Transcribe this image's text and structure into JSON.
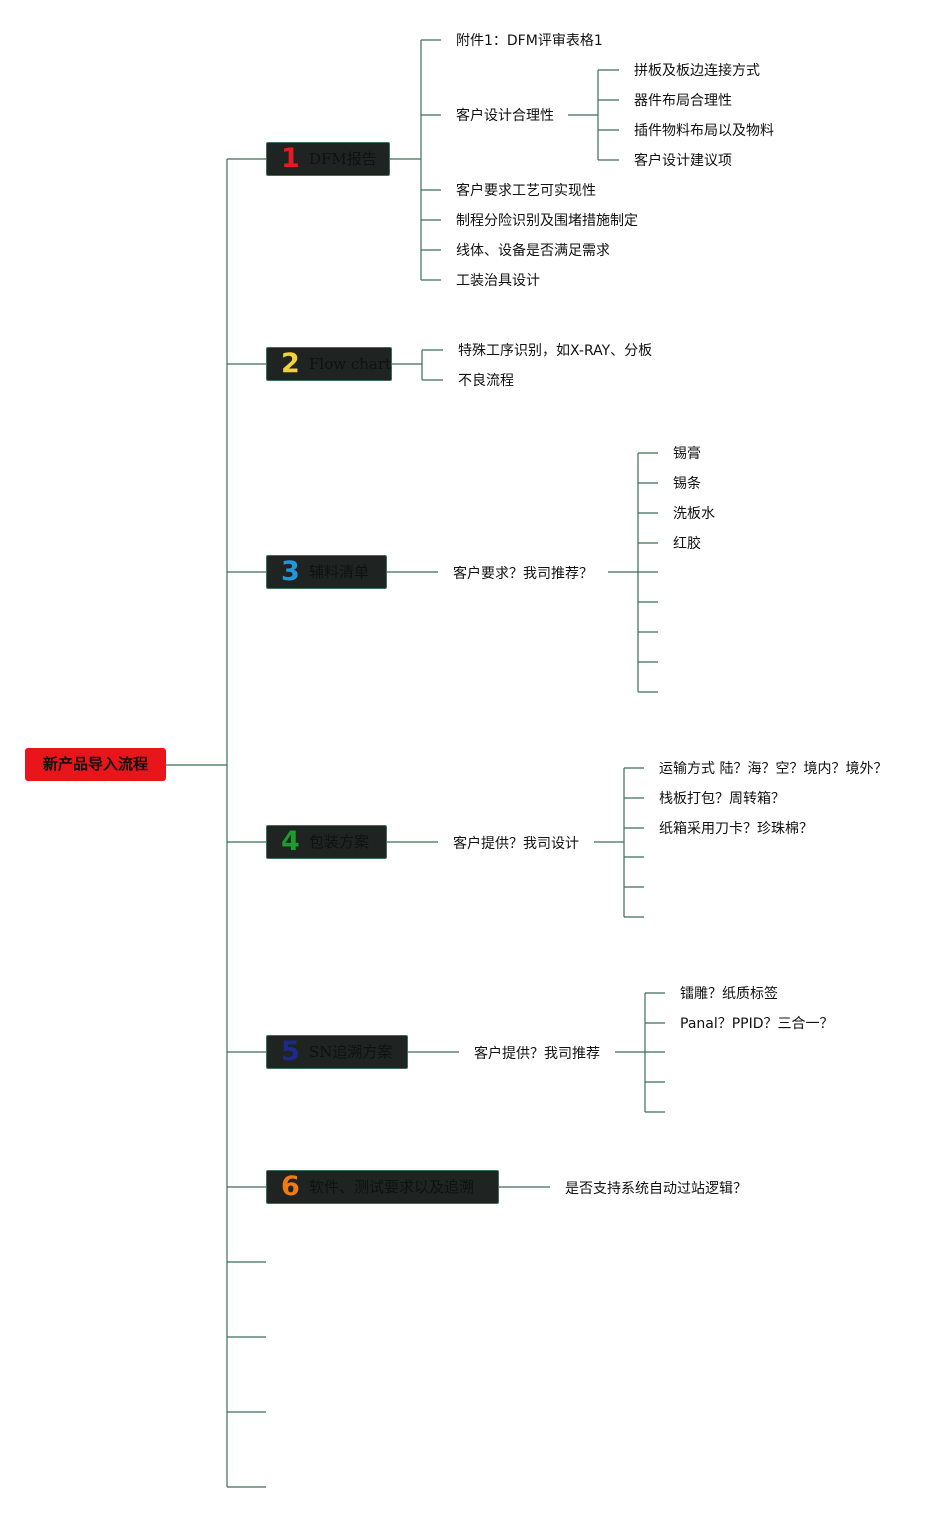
{
  "root": {
    "label": "新产品导入流程",
    "color": "#e8151b"
  },
  "line_color": "#3c6e58",
  "branches": [
    {
      "number": "1",
      "label": "DFM报告",
      "number_color": "#e41b23",
      "children": [
        {
          "label": "附件1：DFM评审表格1"
        },
        {
          "label": "客户设计合理性",
          "children": [
            "拼板及板边连接方式",
            "器件布局合理性",
            "插件物料布局以及物料",
            "客户设计建议项"
          ]
        },
        {
          "label": "客户要求工艺可实现性"
        },
        {
          "label": "制程分险识别及围堵措施制定"
        },
        {
          "label": "线体、设备是否满足需求"
        },
        {
          "label": "工装治具设计"
        }
      ]
    },
    {
      "number": "2",
      "label": "Flow chart",
      "number_color": "#f2d13a",
      "children": [
        {
          "label": "特殊工序识别，如X-RAY、分板"
        },
        {
          "label": "不良流程"
        }
      ]
    },
    {
      "number": "3",
      "label": "辅料清单",
      "number_color": "#2497d8",
      "children": [
        {
          "label": "客户要求？我司推荐？",
          "children": [
            "锡膏",
            "锡条",
            "洗板水",
            "红胶",
            "",
            "",
            "",
            "",
            ""
          ]
        }
      ]
    },
    {
      "number": "4",
      "label": "包装方案",
      "number_color": "#1e9a31",
      "children": [
        {
          "label": "客户提供？我司设计",
          "children": [
            "运输方式 陆？海？空？境内？境外？",
            "栈板打包？周转箱？",
            "纸箱采用刀卡？珍珠棉？",
            "",
            "",
            ""
          ]
        }
      ]
    },
    {
      "number": "5",
      "label": "SN追溯方案",
      "number_color": "#1c2a8c",
      "children": [
        {
          "label": "客户提供？我司推荐",
          "children": [
            "镭雕？纸质标签",
            "Panal？PPID？三合一？",
            "",
            "",
            ""
          ]
        }
      ]
    },
    {
      "number": "6",
      "label": "软件、测试要求以及追溯",
      "number_color": "#f07a14",
      "children": [
        {
          "label": "是否支持系统自动过站逻辑？"
        }
      ]
    }
  ],
  "empty_branches": 4
}
